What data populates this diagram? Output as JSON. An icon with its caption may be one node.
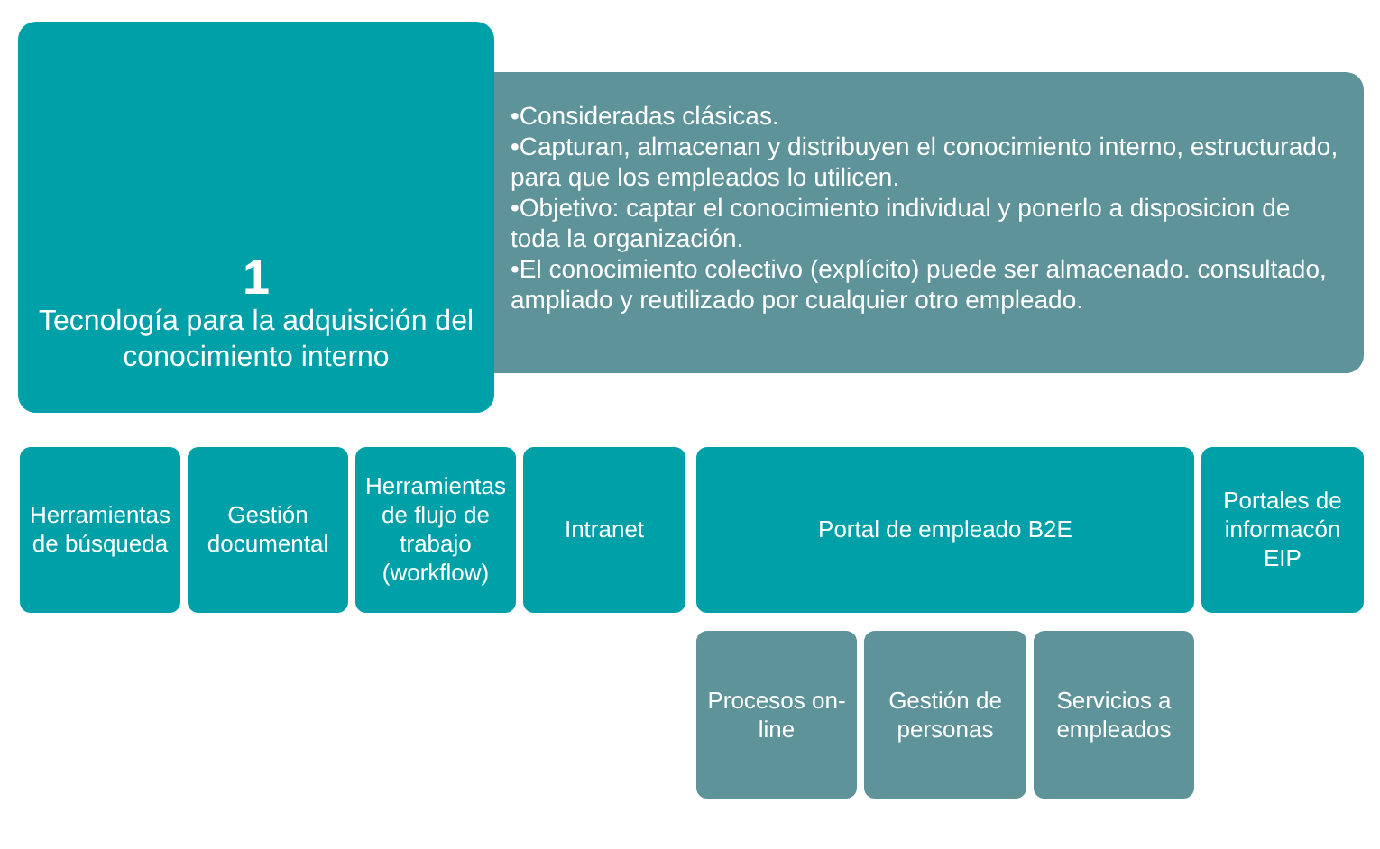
{
  "diagram": {
    "nodes": [
      {
        "text": [
          "1",
          "Tecnología para la adquisición del conocimiento interno"
        ]
      },
      {
        "text": [
          "•Consideradas clásicas.",
          "•Capturan, almacenan y distribuyen el conocimiento interno, estructurado, para que los empleados lo utilicen.",
          "•Objetivo: captar el conocimiento individual y ponerlo a disposicion de toda la organización.",
          "•El conocimiento colectivo (explícito) puede ser almacenado. consultado, ampliado y reutilizado por cualquier otro empleado."
        ]
      },
      {
        "text": [
          "Herramientas de búsqueda"
        ]
      },
      {
        "text": [
          "Gestión documental"
        ]
      },
      {
        "text": [
          "Herramientas de flujo de trabajo (workflow)"
        ]
      },
      {
        "text": [
          "Intranet"
        ]
      },
      {
        "text": [
          "Portal de empleado B2E"
        ]
      },
      {
        "text": [
          "Portales de informacón EIP"
        ]
      },
      {
        "text": [
          "Procesos on-line"
        ]
      },
      {
        "text": [
          "Gestión de personas"
        ]
      },
      {
        "text": [
          "Servicios a empleados"
        ]
      }
    ]
  }
}
